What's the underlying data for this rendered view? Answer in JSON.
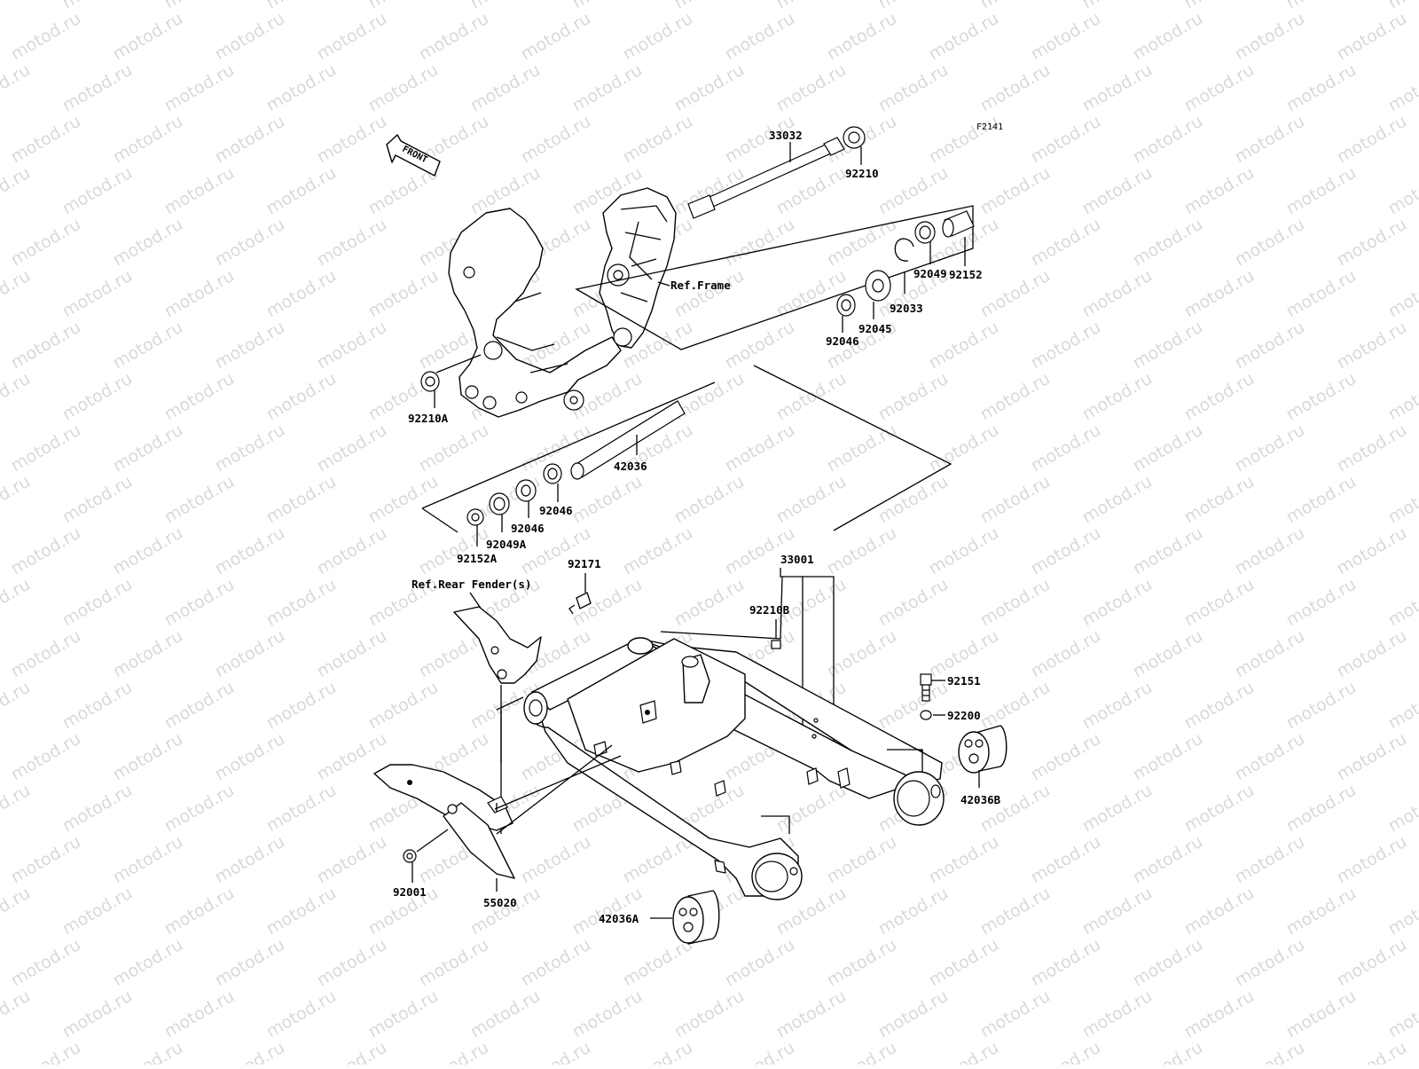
{
  "diagram": {
    "figure_code": "F2141",
    "front_label": "FRONT",
    "watermark": "motod.ru",
    "references": {
      "frame": "Ref.Frame",
      "rear_fender": "Ref.Rear Fender(s)"
    },
    "parts": [
      "33032",
      "92210",
      "92152",
      "92049",
      "92033",
      "92045",
      "92046",
      "92210A",
      "42036",
      "92046",
      "92046",
      "92049A",
      "92152A",
      "92171",
      "33001",
      "92210B",
      "92151",
      "92200",
      "42036B",
      "92001",
      "55020",
      "42036A"
    ]
  }
}
